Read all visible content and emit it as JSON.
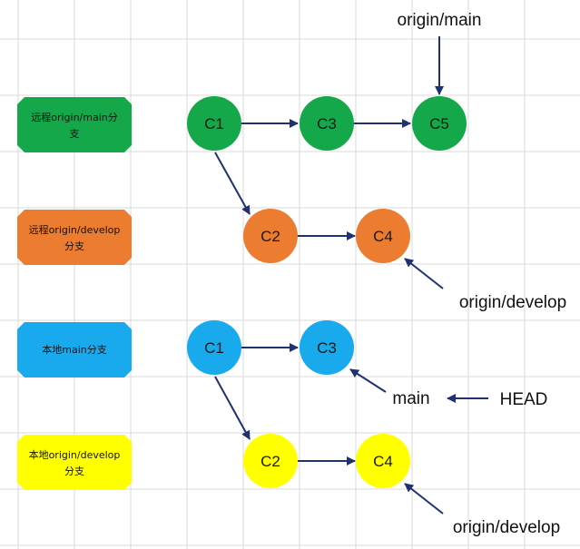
{
  "colors": {
    "grid": "#d9d9d9",
    "arrow": "#1f3170",
    "remote_main": "#15a84a",
    "remote_develop": "#ec7c30",
    "local_main": "#19aaee",
    "local_develop": "#ffff00"
  },
  "branches": {
    "remote_main": {
      "label_lines": [
        "远程origin/main分",
        "支"
      ],
      "commits": [
        "C1",
        "C3",
        "C5"
      ],
      "pointer": "origin/main"
    },
    "remote_develop": {
      "label_lines": [
        "远程origin/develop",
        "分支"
      ],
      "commits": [
        "C2",
        "C4"
      ],
      "pointer": "origin/develop"
    },
    "local_main": {
      "label_lines": [
        "本地main分支"
      ],
      "commits": [
        "C1",
        "C3"
      ],
      "pointer": "main",
      "head": "HEAD"
    },
    "local_develop": {
      "label_lines": [
        "本地origin/develop",
        "分支"
      ],
      "commits": [
        "C2",
        "C4"
      ],
      "pointer": "origin/develop"
    }
  }
}
